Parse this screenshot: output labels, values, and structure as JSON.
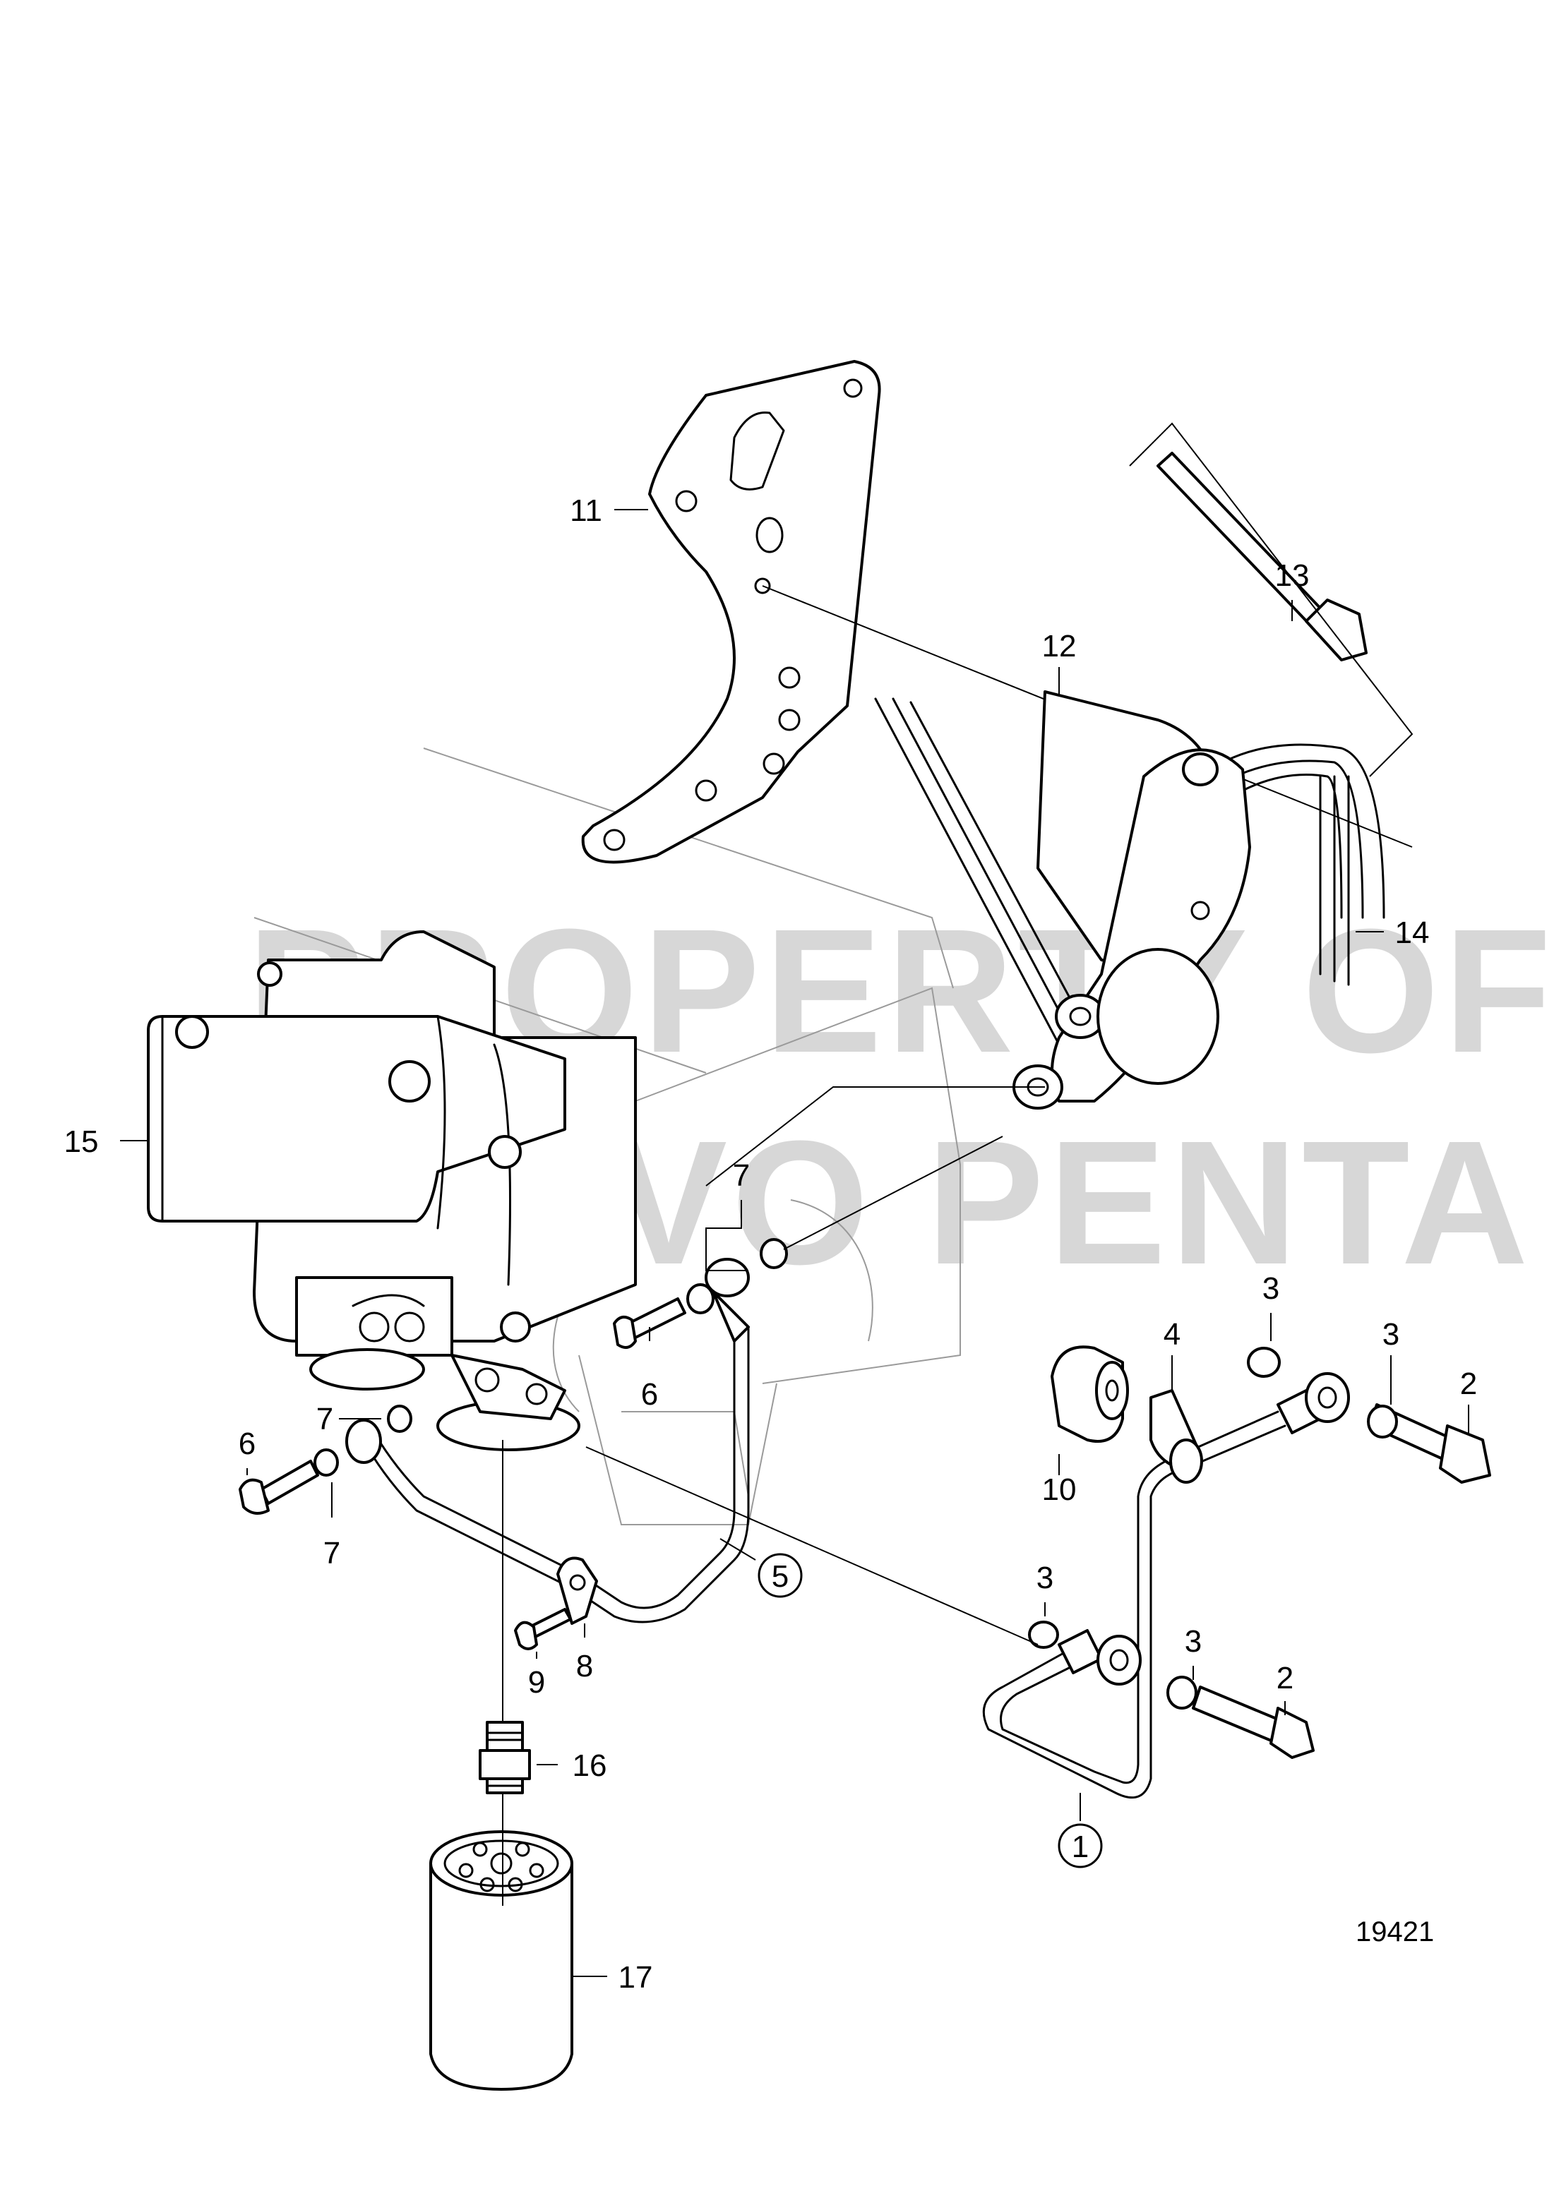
{
  "watermark": {
    "line1": "PROPERTY OF",
    "line2": "VOLVO PENTA"
  },
  "drawing_number": "19421",
  "callouts": {
    "c1": "1",
    "c2a": "2",
    "c2b": "2",
    "c3a": "3",
    "c3b": "3",
    "c3c": "3",
    "c3d": "3",
    "c4": "4",
    "c5": "5",
    "c6a": "6",
    "c6b": "6",
    "c7a": "7",
    "c7b": "7",
    "c7c": "7",
    "c8": "8",
    "c9": "9",
    "c10": "10",
    "c11": "11",
    "c12": "12",
    "c13": "13",
    "c14": "14",
    "c15": "15",
    "c16": "16",
    "c17": "17"
  }
}
